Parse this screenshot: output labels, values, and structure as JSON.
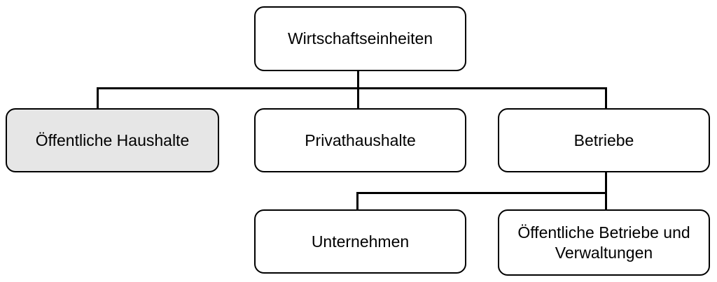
{
  "diagram": {
    "type": "hierarchy",
    "nodes": {
      "root": {
        "label": "Wirtschaftseinheiten"
      },
      "public_households": {
        "label": "Öffentliche Haushalte",
        "highlighted": true
      },
      "private_households": {
        "label": "Privathaushalte"
      },
      "enterprises": {
        "label": "Betriebe"
      },
      "companies": {
        "label": "Unternehmen"
      },
      "public_enterprises": {
        "label": "Öffentliche Betriebe und Verwaltungen"
      }
    },
    "edges": [
      {
        "from": "root",
        "to": "public_households"
      },
      {
        "from": "root",
        "to": "private_households"
      },
      {
        "from": "root",
        "to": "enterprises"
      },
      {
        "from": "enterprises",
        "to": "companies"
      },
      {
        "from": "enterprises",
        "to": "public_enterprises"
      }
    ],
    "colors": {
      "background": "#ffffff",
      "node_fill": "#ffffff",
      "highlight_fill": "#e6e6e6",
      "node_border": "#000000",
      "connector": "#000000",
      "text": "#000000"
    }
  }
}
